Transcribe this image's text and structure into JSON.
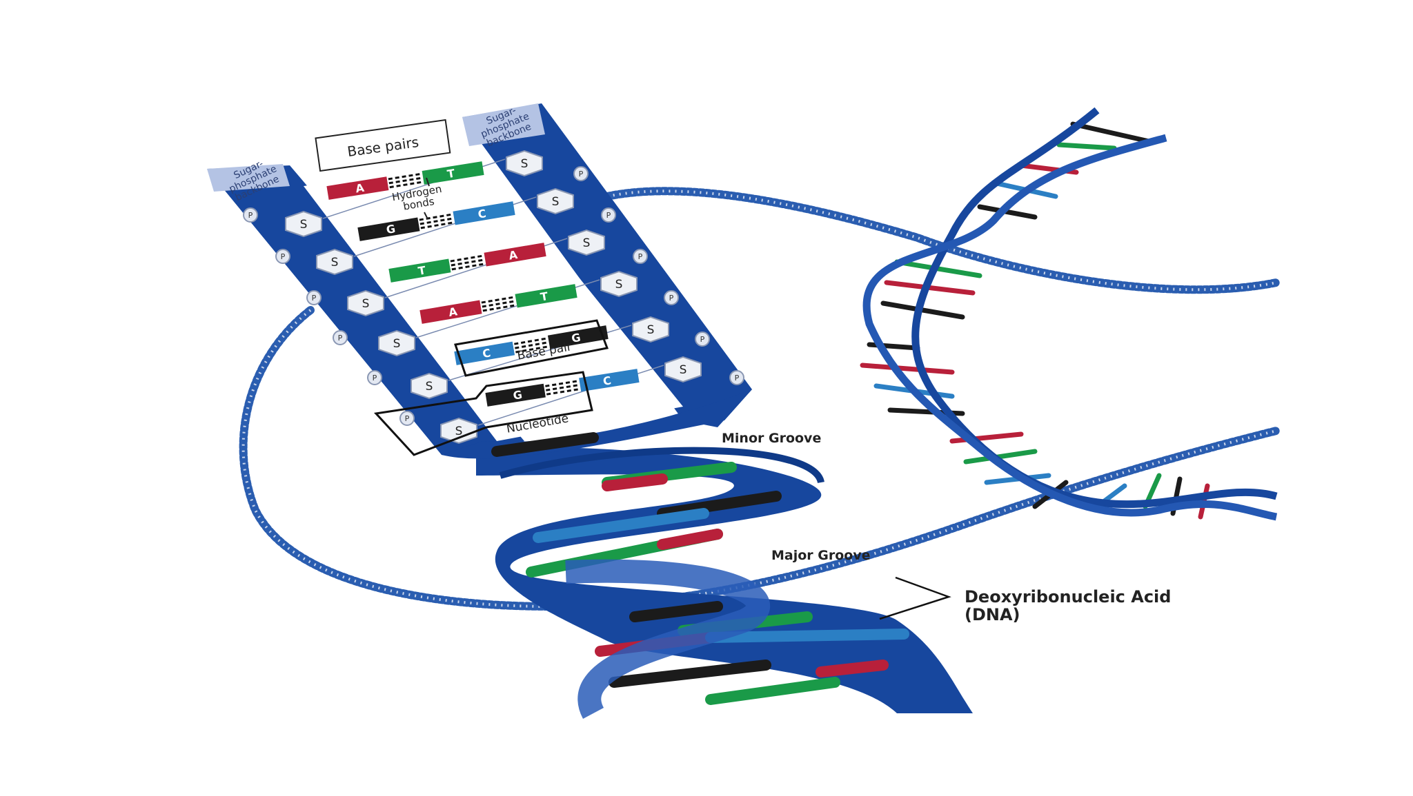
{
  "labels": {
    "backbone_left": [
      "Sugar-",
      "phosphate",
      "backbone"
    ],
    "backbone_right": [
      "Sugar-",
      "phosphate",
      "backbone"
    ],
    "base_pairs": "Base pairs",
    "hydrogen_bonds": [
      "Hydrogen",
      "bonds"
    ],
    "base_pair": "Base pair",
    "nucleotide": "Nucleotide",
    "minor_groove": "Minor Groove",
    "major_groove": "Major Groove",
    "dna_title": [
      "Deoxyribonucleic Acid",
      "(DNA)"
    ]
  },
  "symbols": {
    "sugar": "S",
    "phosphate": "P"
  },
  "rungs": [
    {
      "left": "A",
      "right": "T",
      "left_color": "#b8203a",
      "right_color": "#1a9a48"
    },
    {
      "left": "G",
      "right": "C",
      "left_color": "#1b1b1b",
      "right_color": "#2b7fc4"
    },
    {
      "left": "T",
      "right": "A",
      "left_color": "#1a9a48",
      "right_color": "#b8203a"
    },
    {
      "left": "A",
      "right": "T",
      "left_color": "#b8203a",
      "right_color": "#1a9a48"
    },
    {
      "left": "C",
      "right": "G",
      "left_color": "#2b7fc4",
      "right_color": "#1b1b1b"
    },
    {
      "left": "G",
      "right": "C",
      "left_color": "#1b1b1b",
      "right_color": "#2b7fc4"
    }
  ],
  "colors": {
    "backbone": "#17479e",
    "backbone_label_bg": "#b4c3e4",
    "adenine": "#b8203a",
    "thymine": "#1a9a48",
    "guanine": "#1b1b1b",
    "cytosine": "#2b7fc4"
  }
}
